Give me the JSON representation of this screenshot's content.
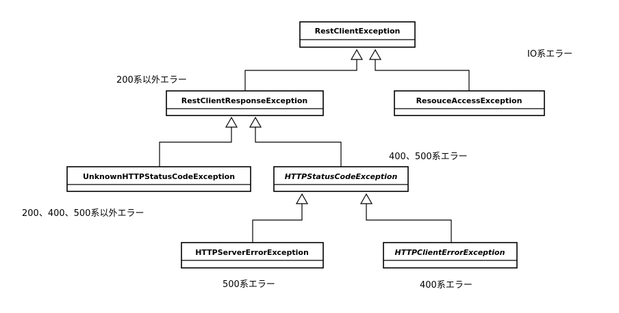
{
  "classes": {
    "rest_client_exception": {
      "name": "RestClientException",
      "abstract": false
    },
    "rest_client_response_exception": {
      "name": "RestClientResponseException",
      "abstract": false
    },
    "resource_access_exception": {
      "name": "ResouceAccessException",
      "abstract": false
    },
    "unknown_http_status_code_exception": {
      "name": "UnknownHTTPStatusCodeException",
      "abstract": false
    },
    "http_status_code_exception": {
      "name": "HTTPStatusCodeException",
      "abstract": true
    },
    "http_server_error_exception": {
      "name": "HTTPServerErrorException",
      "abstract": false
    },
    "http_client_error_exception": {
      "name": "HTTPClientErrorException",
      "abstract": true
    }
  },
  "notes": {
    "io_error": "IO系エラー",
    "non_200_error": "200系以外エラー",
    "error_400_500": "400、500系エラー",
    "non_200_400_500_error": "200、400、500系以外エラー",
    "error_500": "500系エラー",
    "error_400": "400系エラー"
  },
  "inheritance": [
    {
      "child": "rest_client_response_exception",
      "parent": "rest_client_exception"
    },
    {
      "child": "resource_access_exception",
      "parent": "rest_client_exception"
    },
    {
      "child": "unknown_http_status_code_exception",
      "parent": "rest_client_response_exception"
    },
    {
      "child": "http_status_code_exception",
      "parent": "rest_client_response_exception"
    },
    {
      "child": "http_server_error_exception",
      "parent": "http_status_code_exception"
    },
    {
      "child": "http_client_error_exception",
      "parent": "http_status_code_exception"
    }
  ]
}
